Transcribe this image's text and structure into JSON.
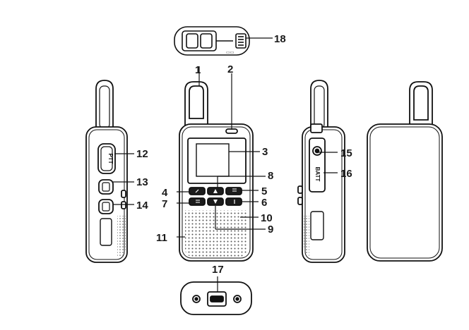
{
  "labels": {
    "l1": "1",
    "l2": "2",
    "l3": "3",
    "l4": "4",
    "l5": "5",
    "l6": "6",
    "l7": "7",
    "l8": "8",
    "l9": "9",
    "l10": "10",
    "l11": "11",
    "l12": "12",
    "l13": "13",
    "l14": "14",
    "l15": "15",
    "l16": "16",
    "l17": "17",
    "l18": "18"
  },
  "device_text": {
    "ptt": "PTT",
    "batt": "BATT"
  },
  "colors": {
    "line": "#111111",
    "body_fill": "#ffffff",
    "key_fill": "#1c1c1c",
    "speaker_dot": "#444444"
  }
}
